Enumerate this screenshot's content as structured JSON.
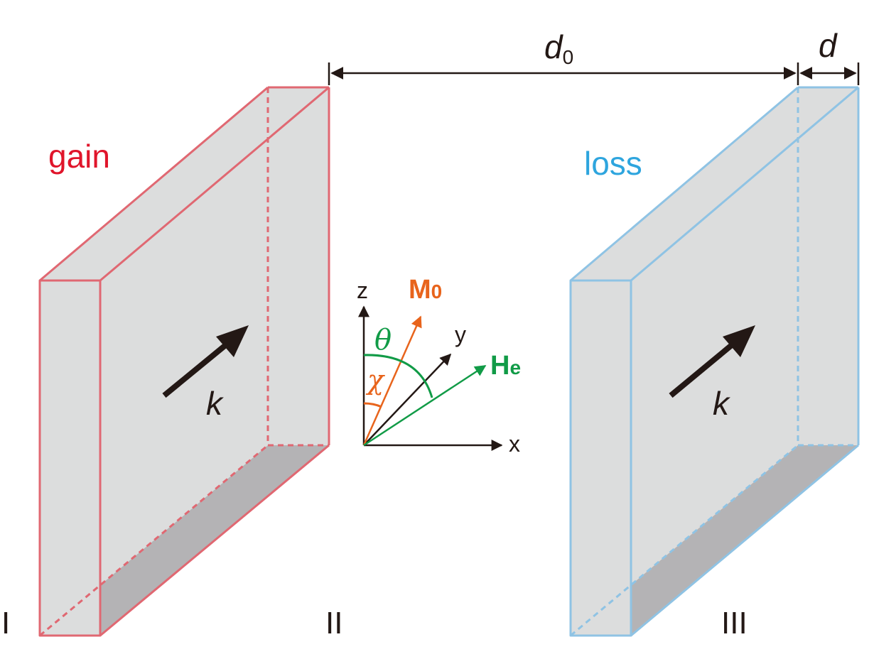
{
  "labels": {
    "d0_main": "d",
    "d0_sub": "0",
    "d": "d",
    "gain": "gain",
    "loss": "loss",
    "k_left": "k",
    "k_right": "k",
    "region_1": "I",
    "region_2": "II",
    "region_3": "III"
  },
  "axes": {
    "x": "x",
    "y": "y",
    "z": "z",
    "theta": "θ",
    "chi": "χ",
    "m_main": "M",
    "m_sub": "0",
    "h_main": "H",
    "h_sub": "e"
  },
  "colors": {
    "gain": "#e06872",
    "gain_text": "#e0152b",
    "loss": "#8fc3e4",
    "loss_text": "#2ea5de",
    "face": "#dcdddd",
    "bottom": "#b4b3b5",
    "arrow": "#231815",
    "m_vec": "#e8641c",
    "h_vec": "#119b47"
  }
}
